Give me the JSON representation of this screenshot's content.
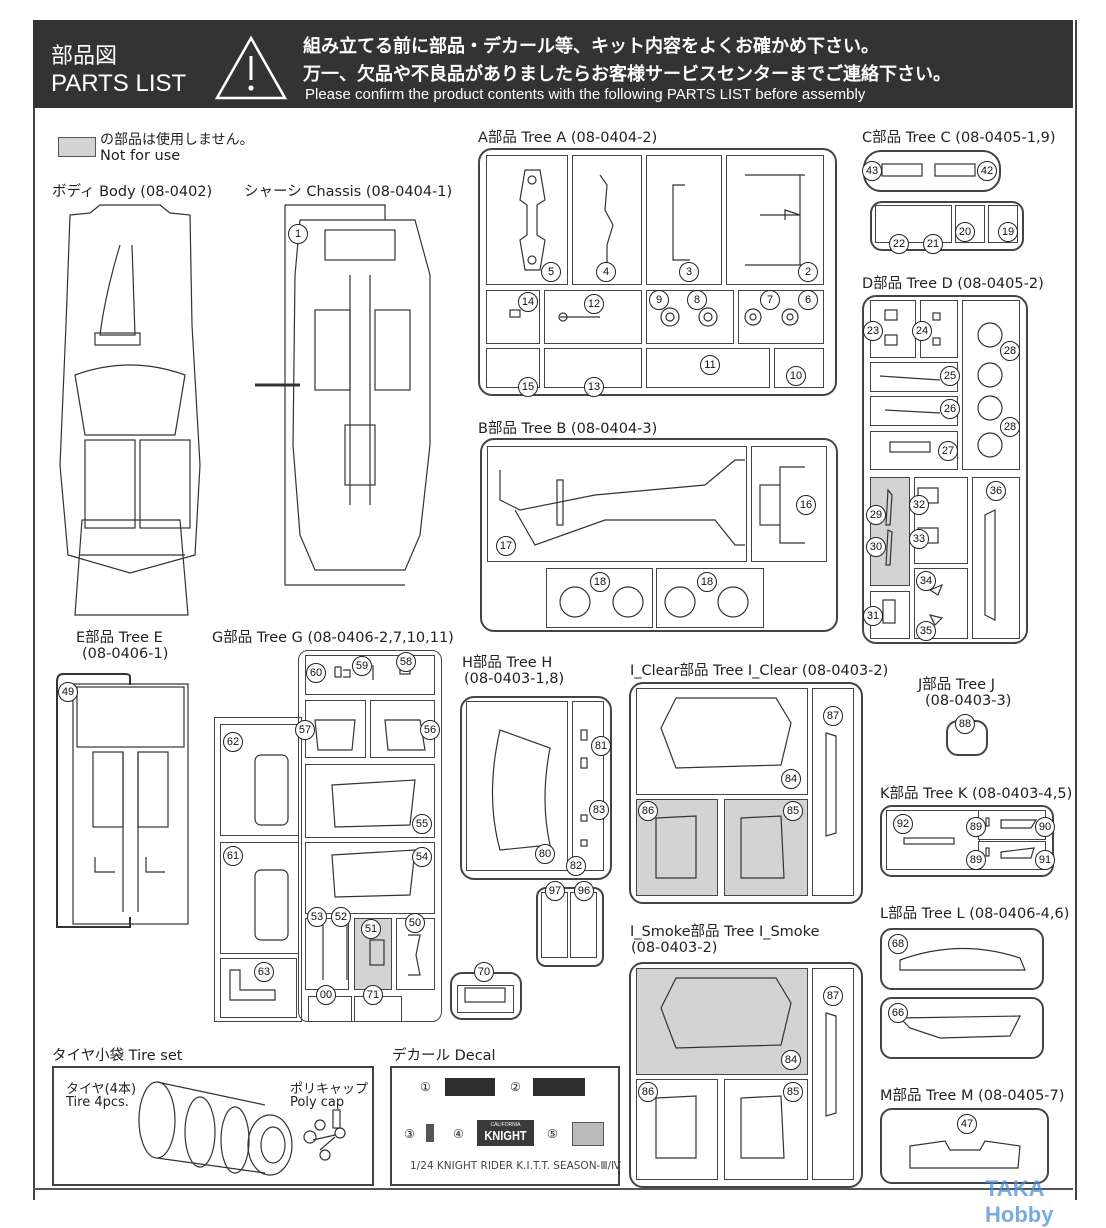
{
  "header": {
    "title_jp": "部品図",
    "title_en": "PARTS LIST",
    "warning_icon": "warning-triangle-icon",
    "notice_jp_1": "組み立てる前に部品・デカール等、キット内容をよくお確かめ下さい。",
    "notice_jp_2": "万一、欠品や不良品がありましたらお客様サービスセンターまでご連絡下さい。",
    "notice_en": "Please confirm the product contents with the following PARTS LIST before assembly"
  },
  "legend": {
    "jp": "の部品は使用しません。",
    "en": "Not for use",
    "swatch_color": "#d3d3d3"
  },
  "sections": {
    "body": {
      "label": "ボディ Body (08-0402)"
    },
    "chassis": {
      "label": "シャーシ Chassis (08-0404-1)",
      "parts": [
        "1"
      ]
    },
    "tree_a": {
      "label": "A部品 Tree A (08-0404-2)",
      "parts": [
        "5",
        "4",
        "3",
        "2",
        "14",
        "12",
        "9",
        "8",
        "7",
        "6",
        "15",
        "13",
        "11",
        "10"
      ]
    },
    "tree_b": {
      "label": "B部品 Tree B (08-0404-3)",
      "parts": [
        "17",
        "16",
        "18",
        "18"
      ]
    },
    "tree_c": {
      "label": "C部品 Tree C (08-0405-1,9)",
      "parts": [
        "43",
        "42",
        "22",
        "21",
        "20",
        "19"
      ]
    },
    "tree_d": {
      "label": "D部品 Tree D (08-0405-2)",
      "parts": [
        "23",
        "24",
        "28",
        "25",
        "26",
        "28",
        "27",
        "29",
        "30",
        "32",
        "33",
        "36",
        "34",
        "35",
        "31"
      ]
    },
    "tree_e": {
      "label_1": "E部品 Tree E",
      "label_2": "(08-0406-1)",
      "parts": [
        "49"
      ]
    },
    "tree_g": {
      "label": "G部品 Tree G (08-0406-2,7,10,11)",
      "parts": [
        "60",
        "59",
        "58",
        "57",
        "56",
        "62",
        "55",
        "61",
        "54",
        "53",
        "52",
        "51",
        "50",
        "63",
        "00",
        "71",
        "70"
      ]
    },
    "tree_h": {
      "label_1": "H部品 Tree H",
      "label_2": "(08-0403-1,8)",
      "parts": [
        "81",
        "83",
        "80",
        "82",
        "97",
        "96"
      ]
    },
    "tree_i_clear": {
      "label": "I_Clear部品 Tree I_Clear (08-0403-2)",
      "parts": [
        "87",
        "84",
        "86",
        "85"
      ]
    },
    "tree_i_smoke": {
      "label_1": "I_Smoke部品 Tree I_Smoke",
      "label_2": "(08-0403-2)",
      "parts": [
        "87",
        "84",
        "86",
        "85"
      ]
    },
    "tree_j": {
      "label_1": "J部品 Tree J",
      "label_2": "(08-0403-3)",
      "parts": [
        "88"
      ]
    },
    "tree_k": {
      "label": "K部品 Tree K (08-0403-4,5)",
      "parts": [
        "92",
        "89",
        "90",
        "89",
        "91"
      ]
    },
    "tree_l": {
      "label": "L部品 Tree L (08-0406-4,6)",
      "parts": [
        "68",
        "66"
      ]
    },
    "tree_m": {
      "label": "M部品 Tree M (08-0405-7)",
      "parts": [
        "47"
      ]
    },
    "tire": {
      "label": "タイヤ小袋 Tire set",
      "tire_jp": "タイヤ(4本)",
      "tire_en": "Tire 4pcs.",
      "cap_jp": "ポリキャップ",
      "cap_en": "Poly cap"
    },
    "decal": {
      "label": "デカール Decal",
      "items": [
        "①",
        "②",
        "③",
        "④",
        "⑤"
      ],
      "plate_small": "CALIFORNIA",
      "plate_text": "KNIGHT",
      "caption": "1/24   KNIGHT RIDER  K.I.T.T. SEASON-Ⅲ/Ⅳ"
    }
  },
  "watermark": "TAKA Hobby"
}
